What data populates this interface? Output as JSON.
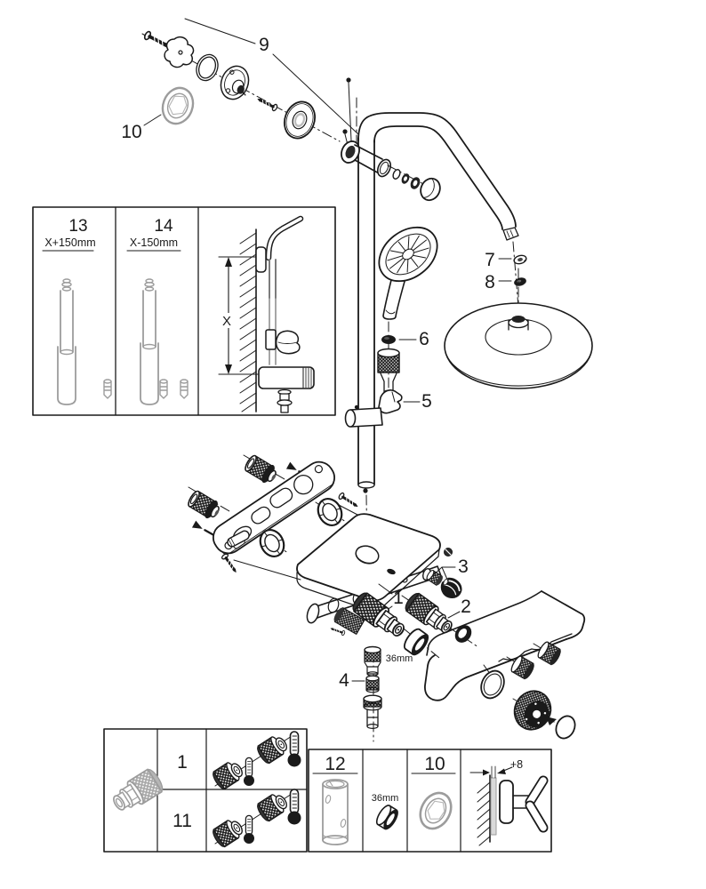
{
  "colors": {
    "ink": "#1a1a1a",
    "gray": "#9c9c9c",
    "background": "#ffffff"
  },
  "callouts": {
    "wall_union_set": "9",
    "trim_ring": "10",
    "arm_washer": "7",
    "arm_seal": "8",
    "hose_seal": "6",
    "glide_holder": "5",
    "cartridge": "1",
    "aquadimmer": "2",
    "outlet_elbow_set": "3",
    "check_valve": "4",
    "cap_nut_size": "36mm"
  },
  "rail_inset": {
    "long_rail_number": "13",
    "long_rail_length": "X+150mm",
    "short_rail_number": "14",
    "short_rail_length": "X-150mm",
    "height_symbol": "X"
  },
  "cartridge_inset": {
    "row_top_number": "1",
    "row_bottom_number": "11"
  },
  "spares_inset": {
    "extension_sleeve_number": "12",
    "cap_nut_size": "36mm",
    "trim_ring_number": "10",
    "wall_offset": "+8"
  }
}
